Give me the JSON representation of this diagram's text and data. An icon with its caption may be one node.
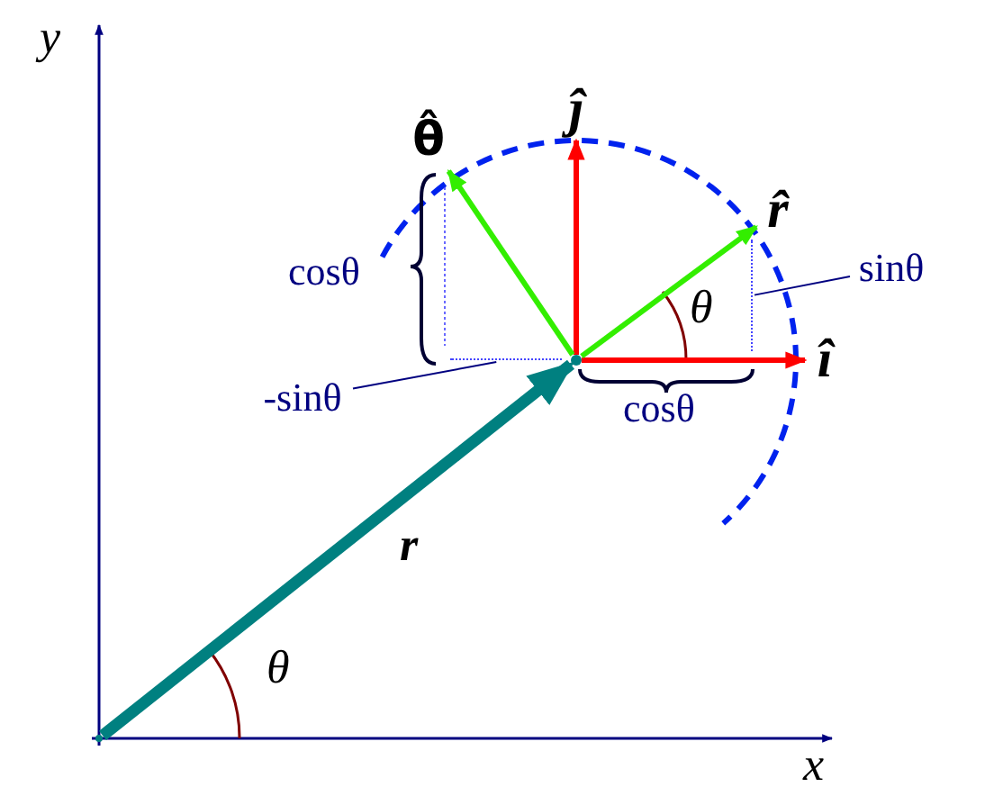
{
  "diagram": {
    "nodes": [
      {
        "text": [
          "ĵ"
        ]
      },
      {
        "text": [
          "θ̂"
        ]
      },
      {
        "text": [
          "r̂"
        ]
      },
      {
        "text": [
          "î"
        ]
      },
      {
        "text": [
          "-sinθ"
        ]
      },
      {
        "text": [
          "sinθ"
        ]
      },
      {
        "text": [],
        "shape": "point"
      },
      {
        "text": [],
        "shape": "point"
      },
      {
        "text": [],
        "shape": "line"
      },
      {
        "text": [],
        "shape": "line"
      }
    ],
    "edges": [
      {
        "from": 6,
        "to": 7,
        "arrow": "to",
        "label": "r",
        "style": "thick",
        "color": "#008080"
      },
      {
        "from": 7,
        "to": 0,
        "arrow": "to",
        "color": "#ff0000"
      },
      {
        "from": 7,
        "to": 3,
        "arrow": "to",
        "color": "#ff0000"
      },
      {
        "from": 7,
        "to": 2,
        "arrow": "to",
        "color": "#33ee00"
      },
      {
        "from": 7,
        "to": 1,
        "arrow": "to",
        "color": "#33ee00"
      },
      {
        "from": 4,
        "to": 8,
        "arrow": "none",
        "color": "#000080"
      },
      {
        "from": 5,
        "to": 9,
        "arrow": "none",
        "color": "#000080"
      }
    ],
    "labels": [
      "y",
      "x",
      "θ",
      "θ",
      "cosθ",
      "cosθ"
    ]
  }
}
